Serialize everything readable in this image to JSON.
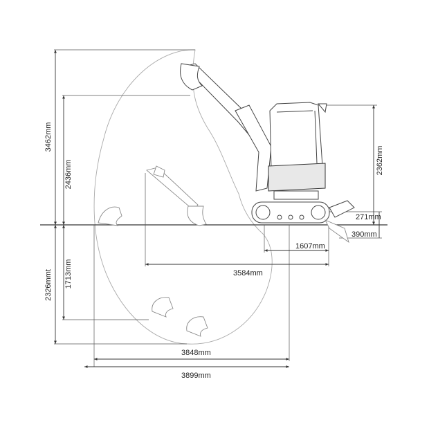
{
  "dimensions": {
    "max_reach_height": "3462mm",
    "max_dump_height": "2436mm",
    "max_dig_depth": "2326mmt",
    "vertical_wall_depth": "1713mm",
    "cab_height": "2362mm",
    "blade_lift": "271mm",
    "blade_depth": "390mm",
    "min_swing_radius": "1607mm",
    "dump_reach": "3584mm",
    "ground_reach": "3848mm",
    "max_reach": "3899mm"
  }
}
